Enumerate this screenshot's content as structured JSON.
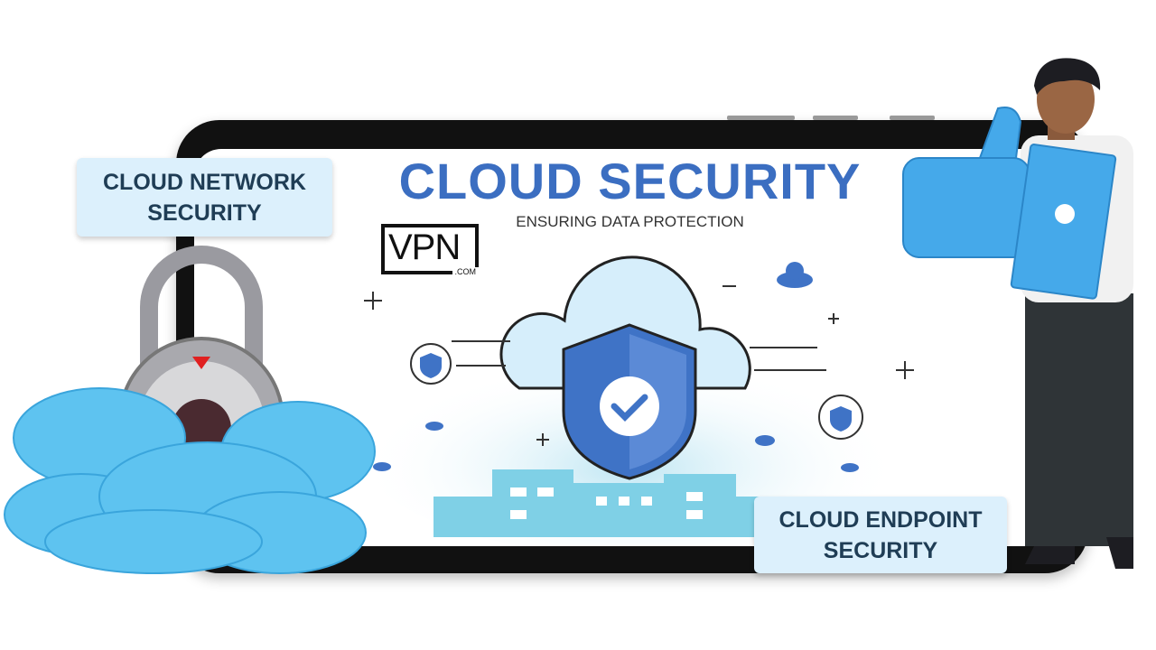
{
  "title": "CLOUD SECURITY",
  "subtitle": "ENSURING DATA PROTECTION",
  "logo": {
    "text": "VPN",
    "suffix": ".COM"
  },
  "labels": {
    "network": [
      "CLOUD NETWORK",
      "SECURITY"
    ],
    "endpoint": [
      "CLOUD ENDPOINT",
      "SECURITY"
    ]
  },
  "colors": {
    "accent": "#3b6ec1",
    "label_bg": "#dcf0fc",
    "cloud": "#5ec3f0"
  }
}
